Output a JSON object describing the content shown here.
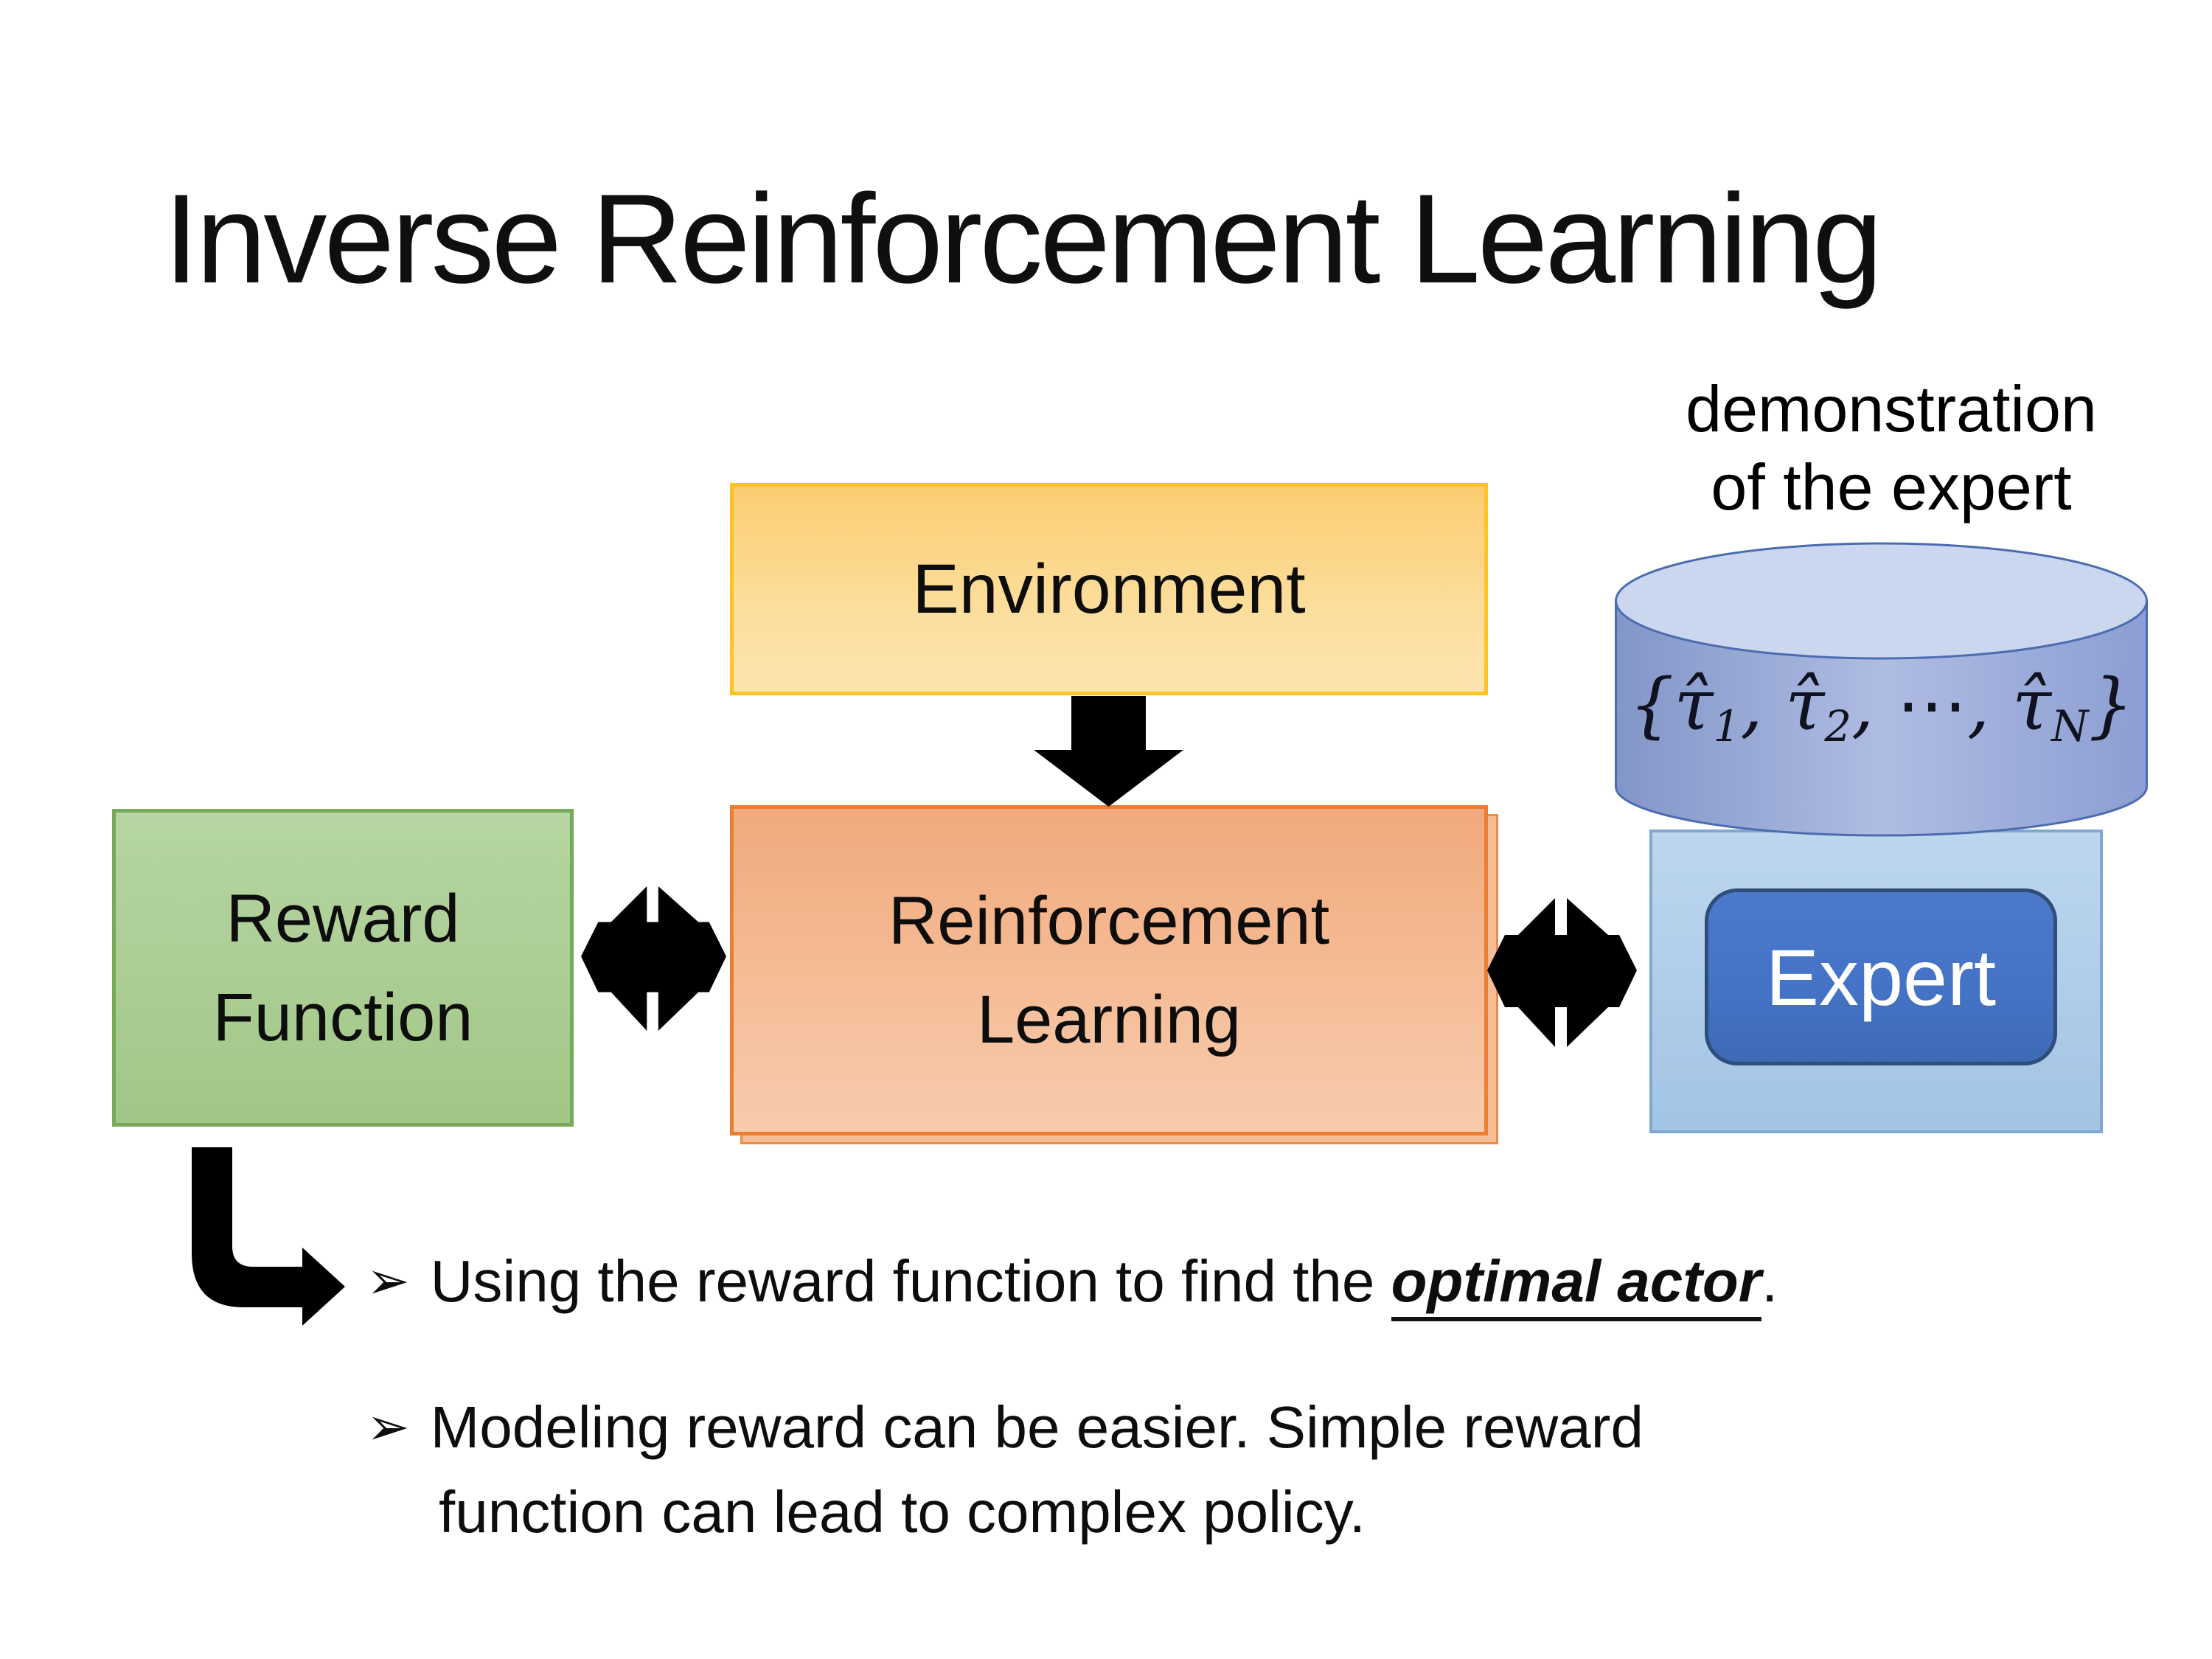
{
  "title": {
    "text": "Inverse Reinforcement Learning"
  },
  "annotation": {
    "line1": "demonstration",
    "line2": "of the expert"
  },
  "demo_db": {
    "open_brace": "{",
    "close_brace": "}",
    "items": [
      {
        "base": "τ̂",
        "sub": "1",
        "sep": ", "
      },
      {
        "base": "τ̂",
        "sub": "2",
        "sep": ", "
      },
      {
        "base": "⋯",
        "sub": "",
        "sep": ", "
      },
      {
        "base": "τ̂",
        "sub": "N",
        "sep": ""
      }
    ]
  },
  "boxes": {
    "environment": {
      "label": "Environment"
    },
    "reward": {
      "line1": "Reward",
      "line2": "Function"
    },
    "rl": {
      "line1": "Reinforcement",
      "line2": "Learning"
    },
    "expert": {
      "label": "Expert"
    }
  },
  "bullets": {
    "marker": "➢",
    "item1": {
      "prefix": "Using the reward function to find the ",
      "emphasis": "optimal actor",
      "suffix": "."
    },
    "item2": {
      "line1": "Modeling reward can be easier. Simple reward",
      "line2": "function can lead to complex policy."
    }
  },
  "colors": {
    "environment_fill_top": "#FBCD72",
    "environment_fill_bottom": "#FCE4B0",
    "environment_border": "#FFC423",
    "reward_fill_top": "#B6D5A2",
    "reward_fill_bottom": "#A2C687",
    "reward_border": "#76A95A",
    "rl_fill_top": "#F1A97E",
    "rl_fill_bottom": "#F7CBAE",
    "rl_border": "#ED7D31",
    "expert_panel_fill": "#B5D0EB",
    "expert_panel_border": "#7FA7D2",
    "expert_fill": "#4472C4",
    "expert_border": "#2E4D79",
    "expert_text": "#FFFFFF",
    "cylinder_side_fill": "#9AAAD6",
    "cylinder_top_fill": "#CBD6EF",
    "cylinder_border": "#4C6CB0",
    "arrow_black": "#000000",
    "text_black": "#0D0D0D"
  }
}
